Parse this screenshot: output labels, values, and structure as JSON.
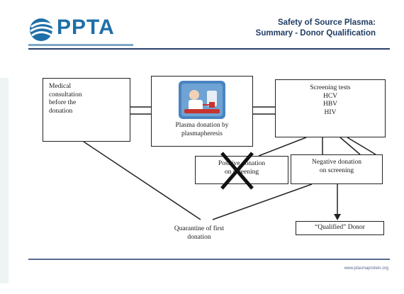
{
  "header": {
    "logo_text": "PPTA",
    "title_line1": "Safety of Source Plasma:",
    "title_line2": "Summary - Donor Qualification"
  },
  "diagram": {
    "medical": [
      "Medical",
      "consultation",
      "before the",
      "donation"
    ],
    "plasma_donation": [
      "Plasma donation by",
      "plasmapheresis"
    ],
    "screening": [
      "Screening tests",
      "HCV",
      "HBV",
      "HIV"
    ],
    "positive": [
      "Positive donation",
      "on screening"
    ],
    "negative": [
      "Negative donation",
      "on screening"
    ],
    "quarantine": [
      "Quarantine of first",
      "donation"
    ],
    "qualified": "“Qualified” Donor"
  },
  "footer": {
    "url": "www.plasmaprotein.org"
  },
  "colors": {
    "brand_blue": "#1f6fa8",
    "title_navy": "#1f3d63",
    "rule_navy": "#2b3f6b"
  }
}
